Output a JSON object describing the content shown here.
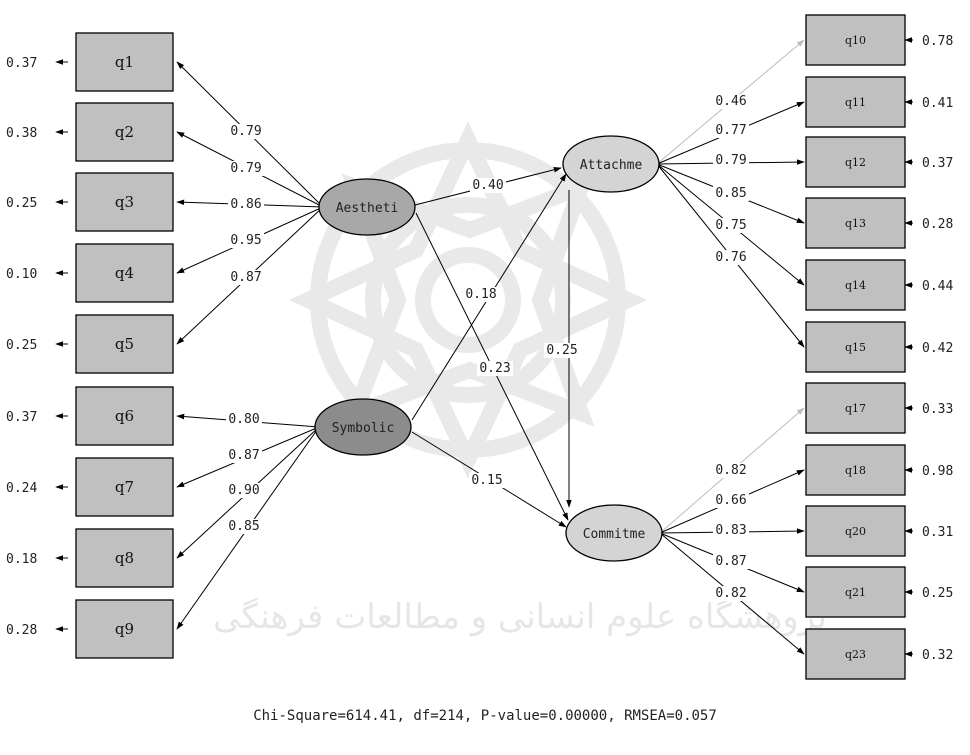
{
  "indicators_left": [
    {
      "name": "q1",
      "error": "0.37",
      "loading": "0.79"
    },
    {
      "name": "q2",
      "error": "0.38",
      "loading": "0.79"
    },
    {
      "name": "q3",
      "error": "0.25",
      "loading": "0.86"
    },
    {
      "name": "q4",
      "error": "0.10",
      "loading": "0.95"
    },
    {
      "name": "q5",
      "error": "0.25",
      "loading": "0.87"
    },
    {
      "name": "q6",
      "error": "0.37",
      "loading": "0.80"
    },
    {
      "name": "q7",
      "error": "0.24",
      "loading": "0.87"
    },
    {
      "name": "q8",
      "error": "0.18",
      "loading": "0.90"
    },
    {
      "name": "q9",
      "error": "0.28",
      "loading": "0.85"
    }
  ],
  "indicators_right": [
    {
      "name": "q10",
      "error": "0.78",
      "loading": "0.46"
    },
    {
      "name": "q11",
      "error": "0.41",
      "loading": "0.77"
    },
    {
      "name": "q12",
      "error": "0.37",
      "loading": "0.79"
    },
    {
      "name": "q13",
      "error": "0.28",
      "loading": "0.85"
    },
    {
      "name": "q14",
      "error": "0.44",
      "loading": "0.75"
    },
    {
      "name": "q15",
      "error": "0.42",
      "loading": "0.76"
    },
    {
      "name": "q17",
      "error": "0.33",
      "loading": "0.82"
    },
    {
      "name": "q18",
      "error": "0.98",
      "loading": "0.66"
    },
    {
      "name": "q20",
      "error": "0.31",
      "loading": "0.83"
    },
    {
      "name": "q21",
      "error": "0.25",
      "loading": "0.87"
    },
    {
      "name": "q23",
      "error": "0.32",
      "loading": "0.82"
    }
  ],
  "latents": [
    {
      "id": "aesthetic",
      "label": "Aestheti",
      "fill": "#a8a8a8"
    },
    {
      "id": "symbolic",
      "label": "Symbolic",
      "fill": "#8c8c8c"
    },
    {
      "id": "attachment",
      "label": "Attachme",
      "fill": "#d4d4d4"
    },
    {
      "id": "commitment",
      "label": "Commitme",
      "fill": "#d4d4d4"
    }
  ],
  "structural_paths": [
    {
      "from": "Aestheti",
      "to": "Attachme",
      "coef": "0.40"
    },
    {
      "from": "Symbolic",
      "to": "Attachme",
      "coef": "0.18"
    },
    {
      "from": "Aestheti",
      "to": "Commitme",
      "coef": "0.23"
    },
    {
      "from": "Attachme",
      "to": "Commitme",
      "coef": "0.25"
    },
    {
      "from": "Symbolic",
      "to": "Commitme",
      "coef": "0.15"
    }
  ],
  "fit_statistics": "Chi-Square=614.41, df=214, P-value=0.00000, RMSEA=0.057",
  "watermark_text": "پژوهشگاه علوم انسانی و مطالعات فرهنگی"
}
